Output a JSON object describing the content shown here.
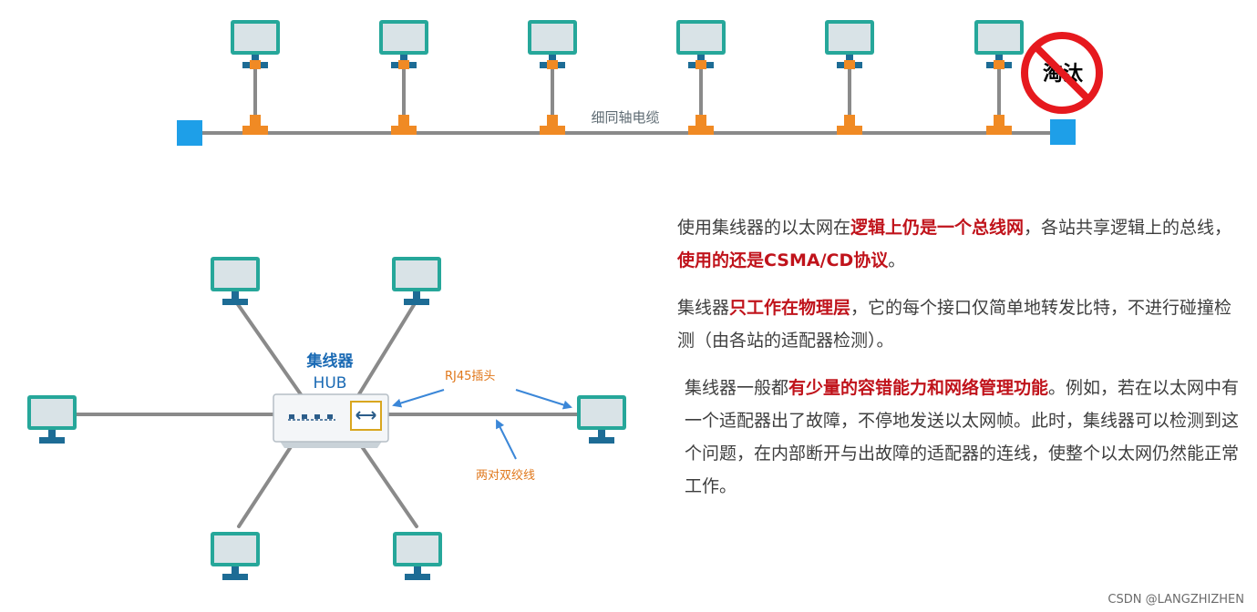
{
  "bus_diagram": {
    "cable_label": "细同轴电缆",
    "deprecated_badge": "淘汰"
  },
  "star_diagram": {
    "hub_title": "集线器",
    "hub_subtitle": "HUB",
    "rj45_label": "RJ45插头",
    "twisted_pair_label": "两对双绞线"
  },
  "text": {
    "p1": [
      {
        "t": "使用集线器的以太网在",
        "hl": false
      },
      {
        "t": "逻辑上仍是一个总线网",
        "hl": true
      },
      {
        "t": "，各站共享逻辑上的总线，",
        "hl": false
      },
      {
        "t": "使用的还是CSMA/CD协议",
        "hl": true
      },
      {
        "t": "。",
        "hl": false
      }
    ],
    "p2": [
      {
        "t": "集线器",
        "hl": false
      },
      {
        "t": "只工作在物理层",
        "hl": true
      },
      {
        "t": "，它的每个接口仅简单地转发比特，不进行碰撞检测（由各站的适配器检测）。",
        "hl": false
      }
    ],
    "p3": [
      {
        "t": "集线器一般都",
        "hl": false
      },
      {
        "t": "有少量的容错能力和网络管理功能",
        "hl": true
      },
      {
        "t": "。例如，若在以太网中有一个适配器出了故障，不停地发送以太网帧。此时，集线器可以检测到这个问题，在内部断开与出故障的适配器的连线，使整个以太网仍然能正常工作。",
        "hl": false
      }
    ]
  },
  "watermark": "CSDN @LANGZHIZHEN",
  "colors": {
    "computer_frame": "#26a79a",
    "screen": "#d9e3e7",
    "stand": "#1d6c95",
    "t_connector": "#f08a24",
    "terminator": "#1e9fe8",
    "cable": "#8a8a8a",
    "highlight": "#c0131b",
    "hub_label": "#1a6ab4",
    "annotation": "#e0781c",
    "arrow": "#3b87d8",
    "prohibit": "#e6191e"
  }
}
